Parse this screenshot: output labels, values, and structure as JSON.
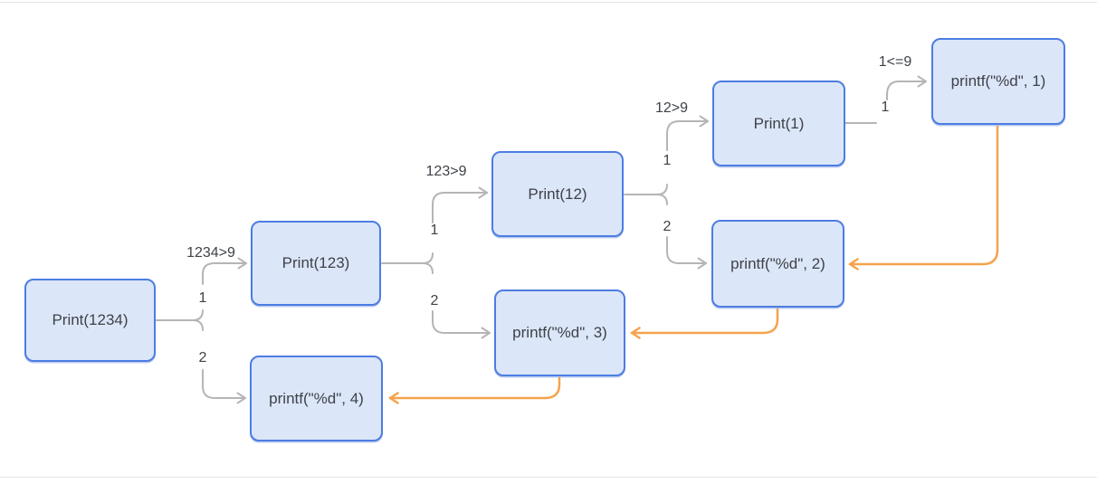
{
  "diagram": {
    "type": "recursion-flowchart",
    "description_visible_text_only": true
  },
  "nodes": {
    "print1234": "Print(1234)",
    "print123": "Print(123)",
    "print12": "Print(12)",
    "print1": "Print(1)",
    "printf4": "printf(\"%d\", 4)",
    "printf3": "printf(\"%d\", 3)",
    "printf2": "printf(\"%d\", 2)",
    "printf1": "printf(\"%d\", 1)"
  },
  "edge_labels": {
    "cmp1234": "1234>9",
    "cmp123": "123>9",
    "cmp12": "12>9",
    "cmp1": "1<=9",
    "branch1": "1",
    "branch2": "2"
  },
  "colors": {
    "node_fill": "#dce6f9",
    "node_border": "#4c7de2",
    "gray_edge": "#b5b5b7",
    "orange_edge": "#f5a34c",
    "label_text": "#3e4248",
    "card_border": "#e4e4ec"
  }
}
